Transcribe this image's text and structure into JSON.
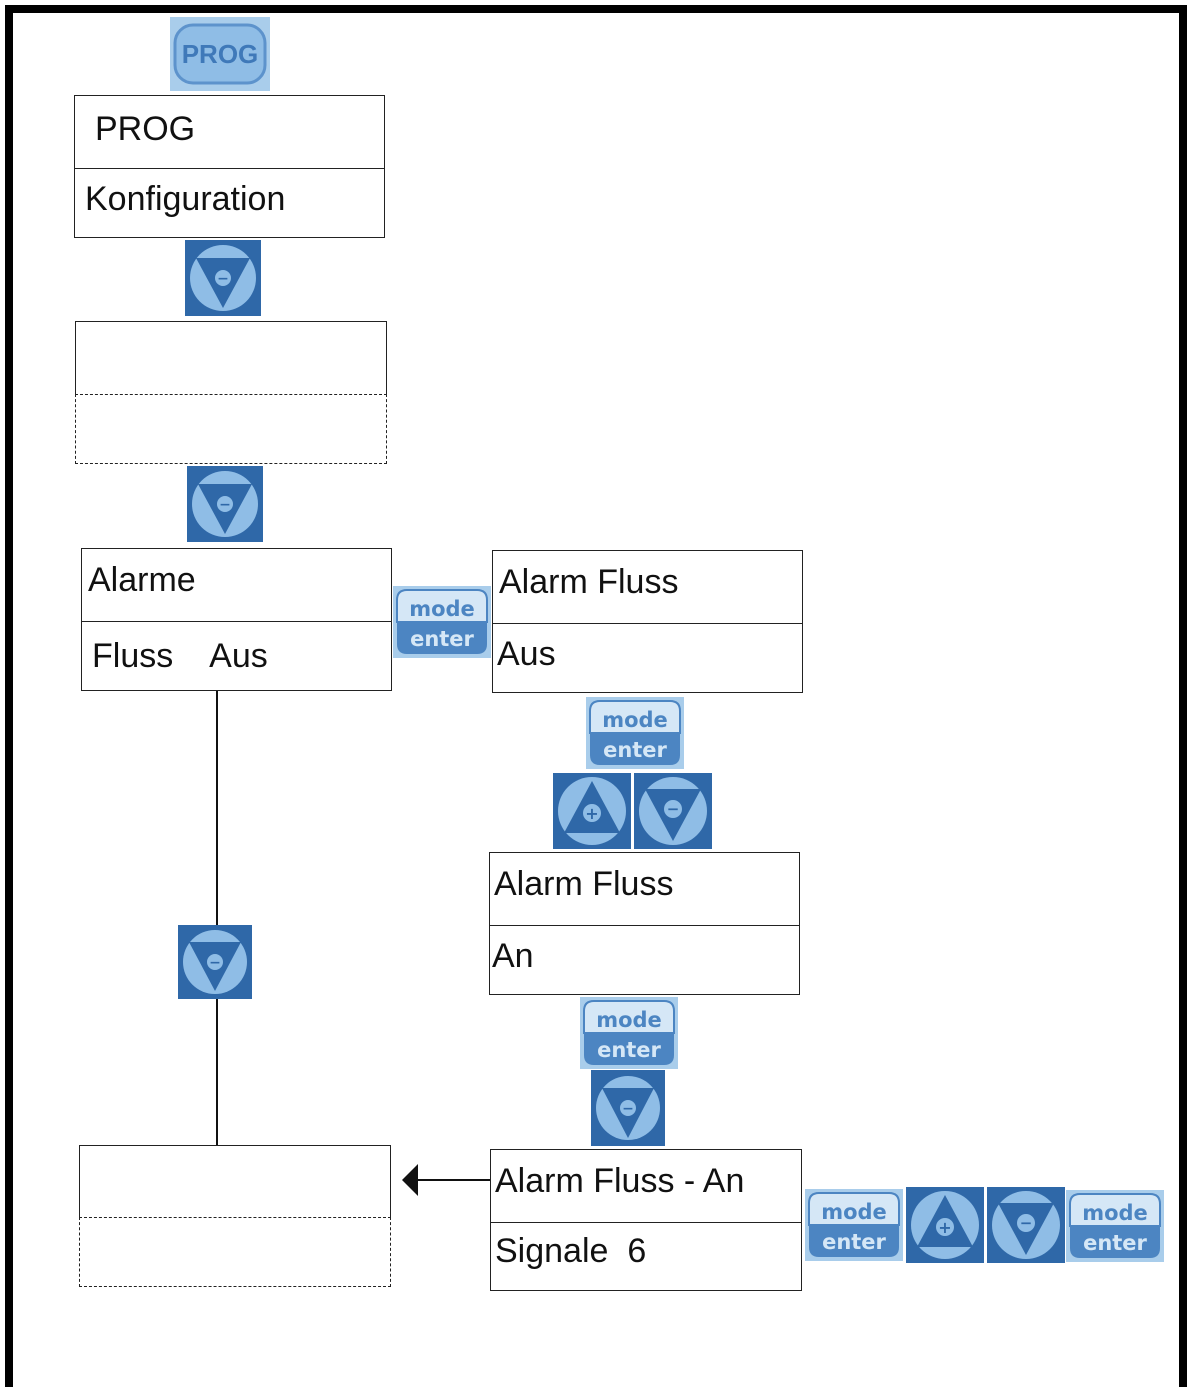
{
  "buttons": {
    "prog_label": "PROG",
    "mode_label": "mode",
    "enter_label": "enter",
    "plus_symbol": "+",
    "minus_symbol": "−"
  },
  "nodes": {
    "prog": {
      "title": "PROG",
      "value": "Konfiguration"
    },
    "alarme": {
      "title": "Alarme",
      "value": "Fluss    Aus"
    },
    "alarm_fluss_aus": {
      "title": "Alarm Fluss",
      "value": "Aus"
    },
    "alarm_fluss_an": {
      "title": "Alarm Fluss",
      "value": "An"
    },
    "alarm_fluss_an_signale": {
      "title": "Alarm Fluss - An",
      "value": "Signale  6"
    }
  },
  "colors": {
    "button_bg": "#2f68a8",
    "button_face": "#8fbde6",
    "mode_enter_bg": "#a9cdeb",
    "mode_enter_top": "#d5e7f6",
    "mode_enter_bottom": "#4c85c2"
  }
}
